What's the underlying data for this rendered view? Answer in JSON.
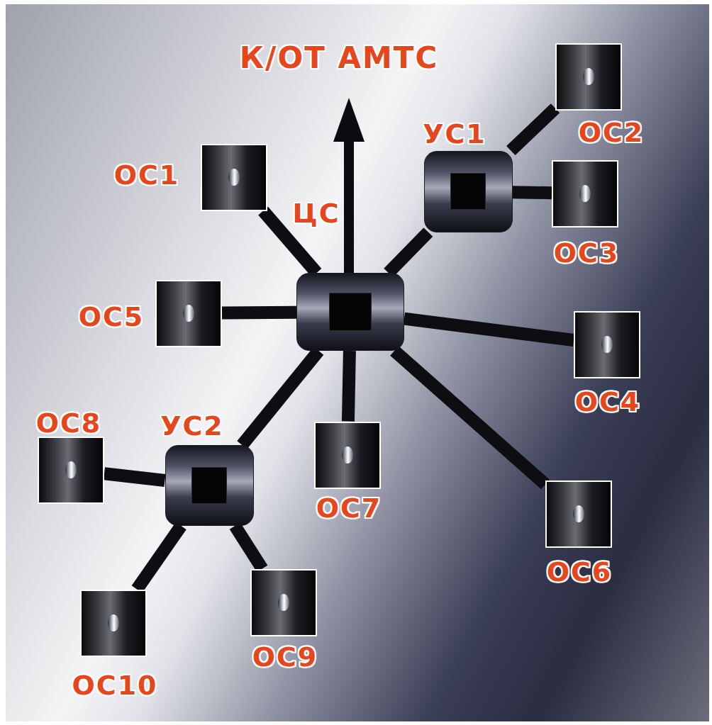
{
  "diagram": {
    "nodes": [
      {
        "text": [
          "ЦС"
        ]
      },
      {
        "text": [
          "УС1"
        ]
      },
      {
        "text": [
          "УС2"
        ]
      },
      {
        "text": [
          "ОС1"
        ]
      },
      {
        "text": [
          "ОС2"
        ]
      },
      {
        "text": [
          "ОС3"
        ]
      },
      {
        "text": [
          "ОС4"
        ]
      },
      {
        "text": [
          "ОС5"
        ]
      },
      {
        "text": [
          "ОС6"
        ]
      },
      {
        "text": [
          "ОС7"
        ]
      },
      {
        "text": [
          "ОС8"
        ]
      },
      {
        "text": [
          "ОС9"
        ]
      },
      {
        "text": [
          "ОС10"
        ]
      }
    ],
    "edges": [
      {
        "from": 0,
        "to": 3,
        "arrow": "none"
      },
      {
        "from": 0,
        "to": 1,
        "arrow": "none"
      },
      {
        "from": 1,
        "to": 4,
        "arrow": "none"
      },
      {
        "from": 1,
        "to": 5,
        "arrow": "none"
      },
      {
        "from": 0,
        "to": 6,
        "arrow": "none"
      },
      {
        "from": 0,
        "to": 7,
        "arrow": "none"
      },
      {
        "from": 0,
        "to": 8,
        "arrow": "none"
      },
      {
        "from": 0,
        "to": 9,
        "arrow": "none"
      },
      {
        "from": 0,
        "to": 2,
        "arrow": "none"
      },
      {
        "from": 2,
        "to": 10,
        "arrow": "none"
      },
      {
        "from": 2,
        "to": 11,
        "arrow": "none"
      },
      {
        "from": 2,
        "to": 12,
        "arrow": "none"
      }
    ],
    "labels": [
      "К/ОТ АМТС"
    ]
  }
}
